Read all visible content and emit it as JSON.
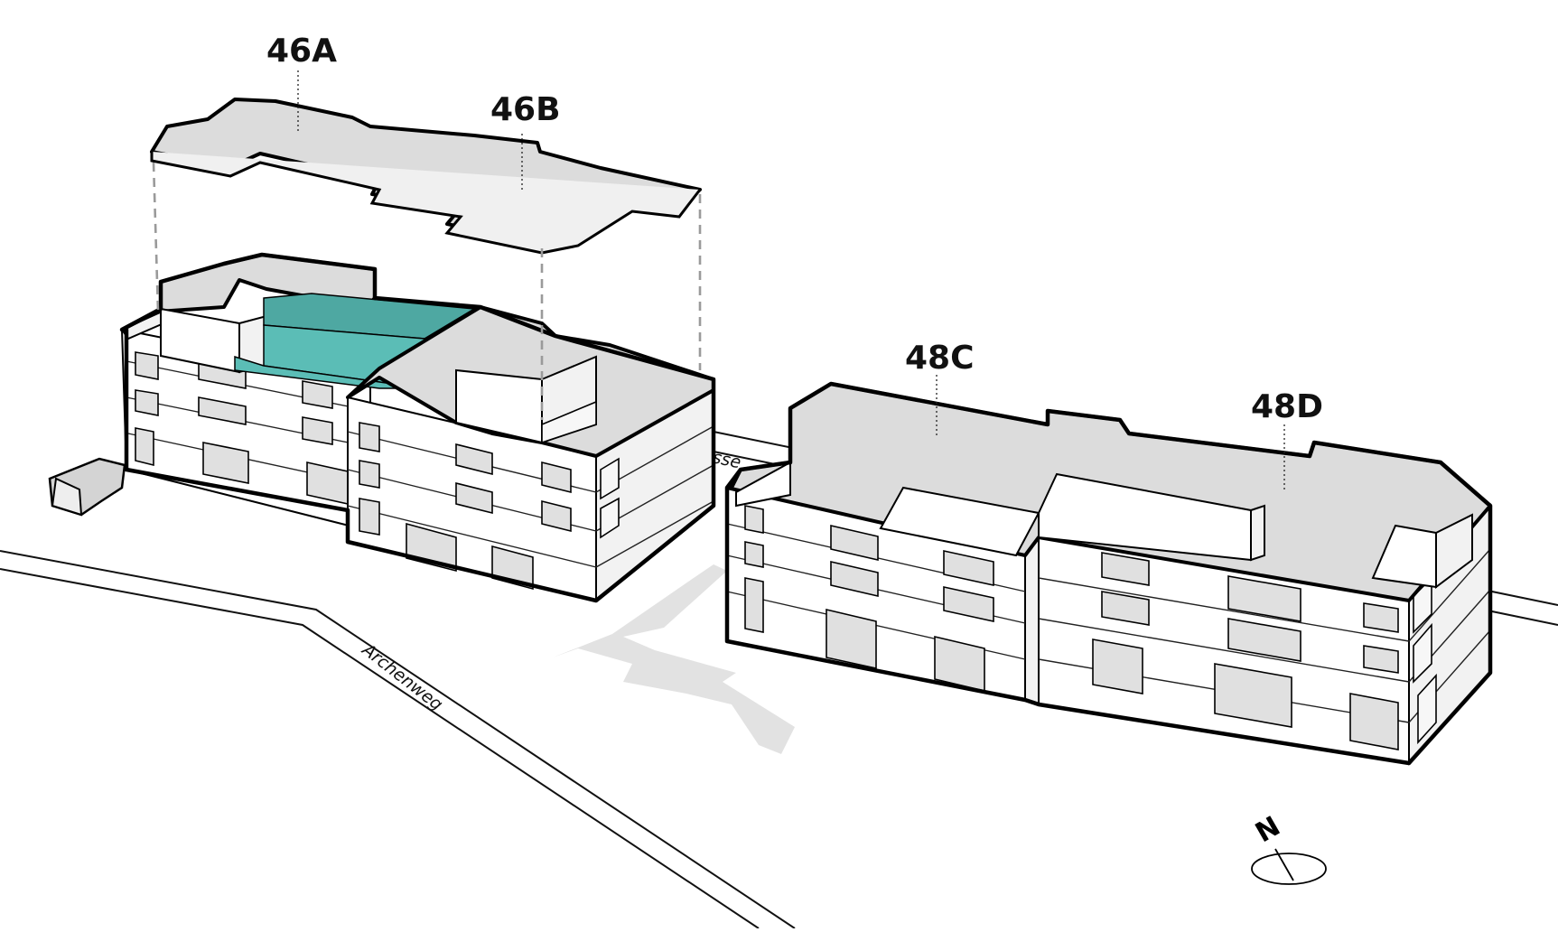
{
  "buildings": {
    "a": "46A",
    "b": "46B",
    "c": "48C",
    "d": "48D"
  },
  "streets": {
    "archenweg": "Archenweg",
    "back_street_fragment": "sse"
  },
  "compass": {
    "north_label": "N"
  },
  "colors": {
    "highlight": "#5bbdb6",
    "roof": "#dcdcdc",
    "wall": "#ffffff"
  }
}
